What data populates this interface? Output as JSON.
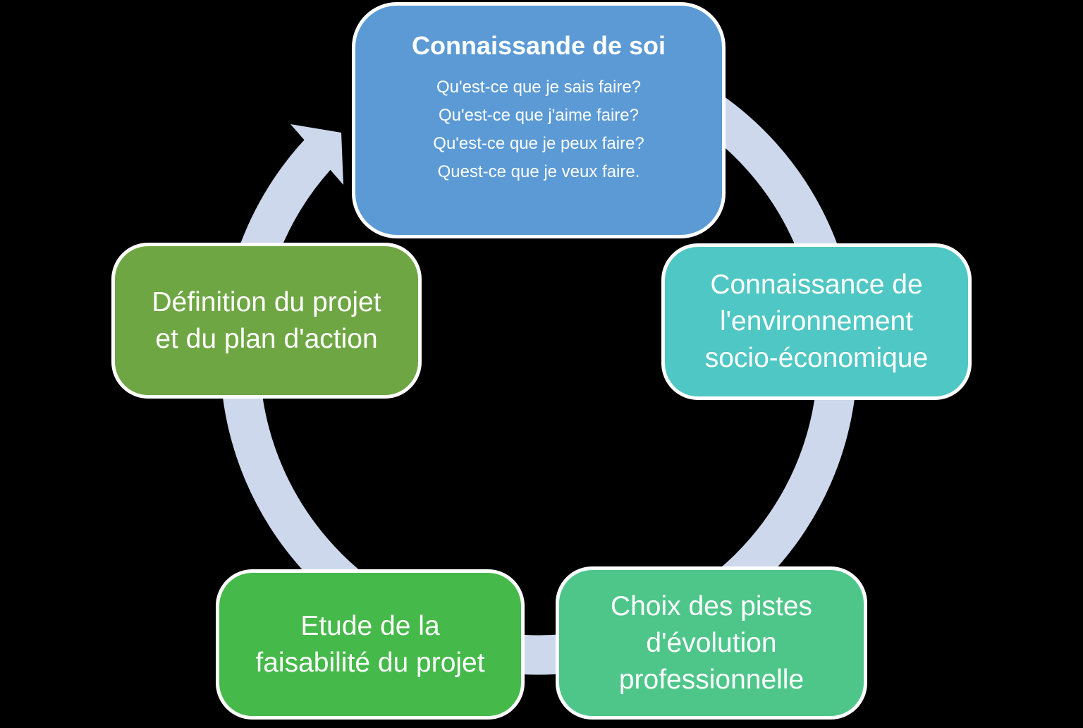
{
  "diagram": {
    "background_color": "#000000",
    "arrow_color": "#CDD8EC",
    "steps": [
      {
        "title": "Connaissande de soi",
        "color": "#5B9AD5",
        "lines": [
          "Qu'est-ce que je sais faire?",
          "Qu'est-ce que j'aime faire?",
          "Qu'est-ce que je peux faire?",
          "Quest-ce que je veux faire."
        ]
      },
      {
        "color": "#4FC7C4",
        "lines": [
          "Connaissance de",
          "l'environnement",
          "socio-économique"
        ]
      },
      {
        "color": "#4EC68A",
        "lines": [
          "Choix des pistes",
          "d'évolution",
          "professionnelle"
        ]
      },
      {
        "color": "#45B94A",
        "lines": [
          "Etude de la",
          "faisabilité du projet"
        ]
      },
      {
        "color": "#6FA644",
        "lines": [
          "Définition du projet",
          "et du plan d'action"
        ]
      }
    ]
  }
}
